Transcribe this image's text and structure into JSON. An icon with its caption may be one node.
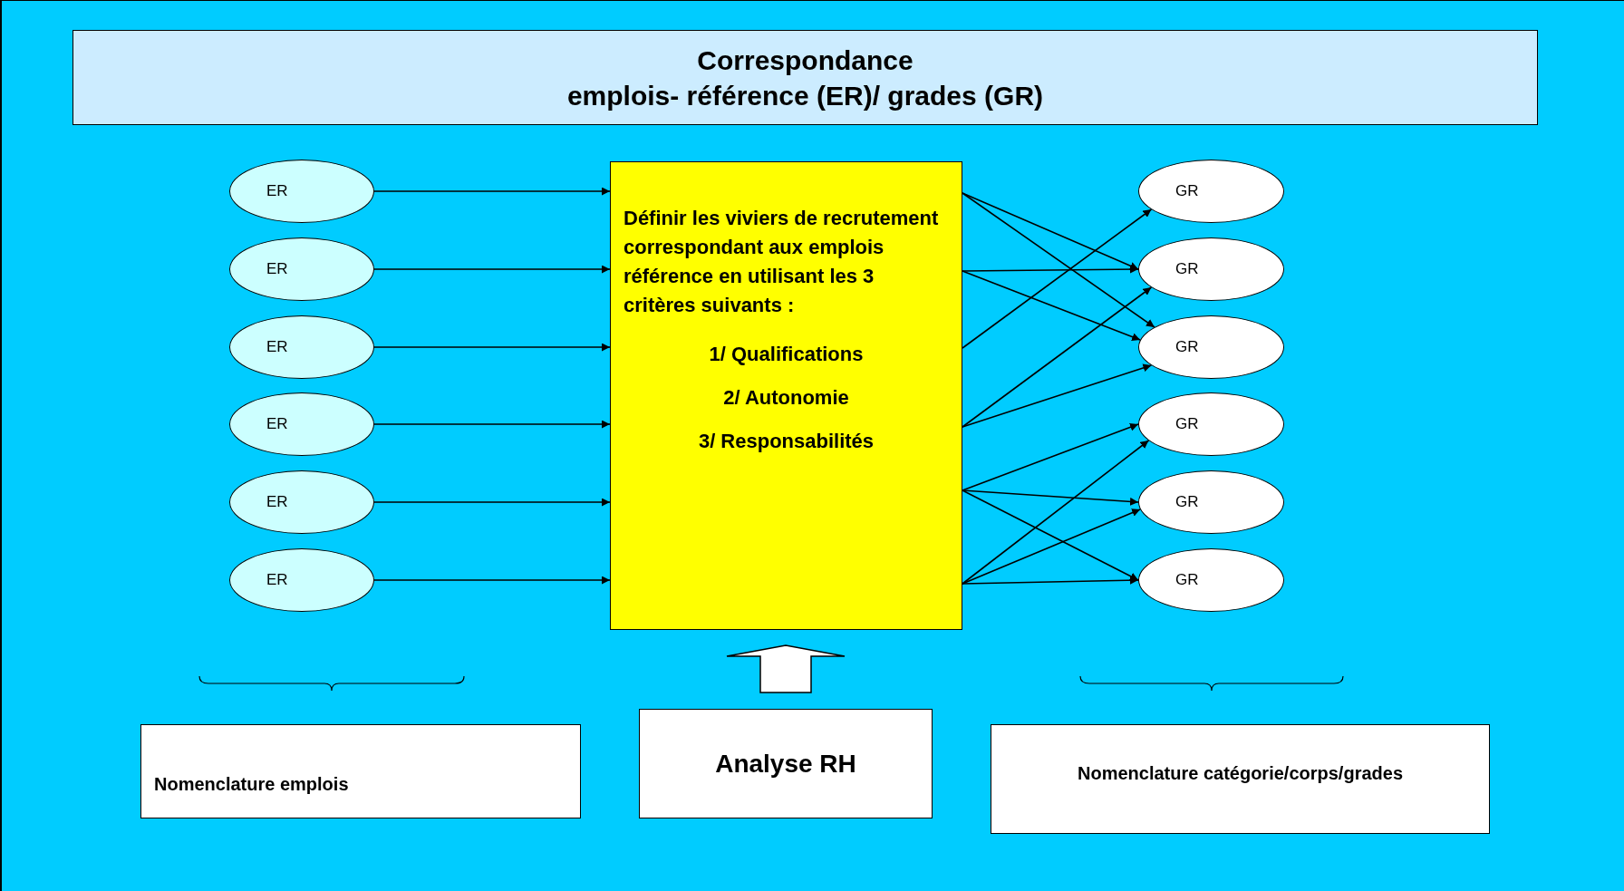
{
  "diagram": {
    "title": "Correspondance emplois- référence (ER)/ grades (GR)",
    "nodes": [
      {
        "text": [
          "ER"
        ]
      },
      {
        "text": [
          "ER"
        ]
      },
      {
        "text": [
          "ER"
        ]
      },
      {
        "text": [
          "ER"
        ]
      },
      {
        "text": [
          "ER"
        ]
      },
      {
        "text": [
          "ER"
        ]
      },
      {
        "text": [
          "Définir les viviers de recrutement correspondant aux emplois référence en utilisant les 3 critères suivants :",
          "1/ Qualifications",
          "2/ Autonomie",
          "3/ Responsabilités"
        ]
      },
      {
        "text": [
          "GR"
        ]
      },
      {
        "text": [
          "GR"
        ]
      },
      {
        "text": [
          "GR"
        ]
      },
      {
        "text": [
          "GR"
        ]
      },
      {
        "text": [
          "GR"
        ]
      },
      {
        "text": [
          "GR"
        ]
      },
      {
        "text": [
          "Nomenclature emplois"
        ]
      },
      {
        "text": [
          "Analyse RH"
        ]
      },
      {
        "text": [
          "Nomenclature catégorie/corps/grades"
        ]
      }
    ],
    "edges": [
      {
        "from": 0,
        "to": 6,
        "arrow": "to"
      },
      {
        "from": 1,
        "to": 6,
        "arrow": "to"
      },
      {
        "from": 2,
        "to": 6,
        "arrow": "to"
      },
      {
        "from": 3,
        "to": 6,
        "arrow": "to"
      },
      {
        "from": 4,
        "to": 6,
        "arrow": "to"
      },
      {
        "from": 5,
        "to": 6,
        "arrow": "to"
      },
      {
        "from": 6,
        "to": 8,
        "arrow": "to"
      },
      {
        "from": 6,
        "to": 9,
        "arrow": "to"
      },
      {
        "from": 6,
        "to": 8,
        "arrow": "to"
      },
      {
        "from": 6,
        "to": 9,
        "arrow": "to"
      },
      {
        "from": 6,
        "to": 7,
        "arrow": "to"
      },
      {
        "from": 6,
        "to": 8,
        "arrow": "to"
      },
      {
        "from": 6,
        "to": 9,
        "arrow": "to"
      },
      {
        "from": 6,
        "to": 10,
        "arrow": "to"
      },
      {
        "from": 6,
        "to": 11,
        "arrow": "to"
      },
      {
        "from": 6,
        "to": 12,
        "arrow": "to"
      },
      {
        "from": 6,
        "to": 10,
        "arrow": "to"
      },
      {
        "from": 6,
        "to": 11,
        "arrow": "to"
      },
      {
        "from": 6,
        "to": 12,
        "arrow": "to"
      },
      {
        "from": 14,
        "to": 6,
        "arrow": "to",
        "style": "thick"
      }
    ]
  }
}
